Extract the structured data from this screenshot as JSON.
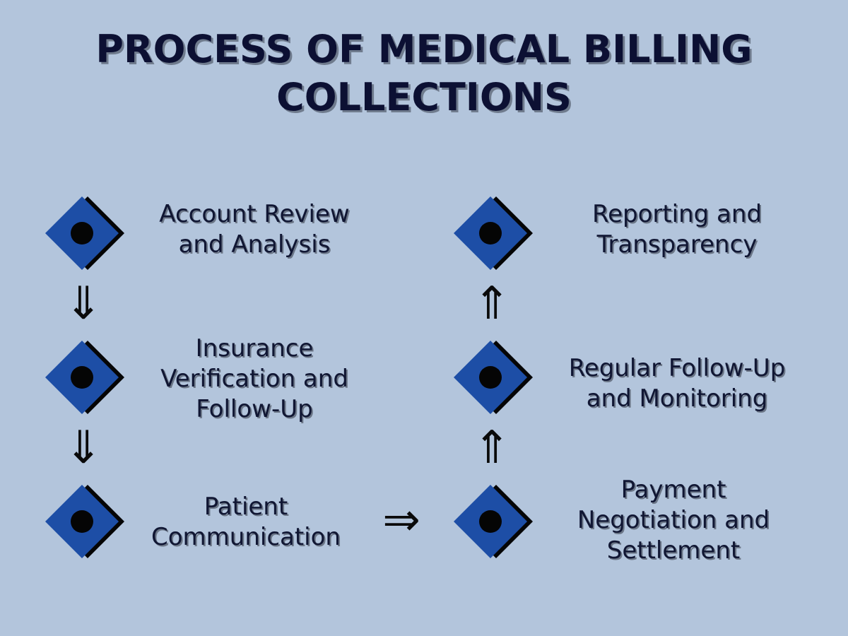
{
  "title": {
    "line1": "PROCESS OF MEDICAL BILLING",
    "line2": "COLLECTIONS"
  },
  "colors": {
    "background": "#b3c5dc",
    "diamond_fill": "#1d4ea6",
    "diamond_shadow": "#050505",
    "dot": "#050505",
    "text": "#101633"
  },
  "icons": {
    "node": "diamond-dot-icon",
    "down": "double-arrow-down-icon",
    "up": "double-arrow-up-icon",
    "right": "double-arrow-right-icon"
  },
  "arrows": {
    "down": "⇓",
    "up": "⇑",
    "right": "⇒"
  },
  "steps": [
    {
      "line1": "Account Review",
      "line2": "and Analysis",
      "line3": ""
    },
    {
      "line1": "Insurance",
      "line2": "Verification and",
      "line3": "Follow-Up"
    },
    {
      "line1": "Patient",
      "line2": "Communication",
      "line3": ""
    },
    {
      "line1": "Payment",
      "line2": "Negotiation and",
      "line3": "Settlement"
    },
    {
      "line1": "Regular Follow-Up",
      "line2": "and Monitoring",
      "line3": ""
    },
    {
      "line1": "Reporting and",
      "line2": "Transparency",
      "line3": ""
    }
  ]
}
